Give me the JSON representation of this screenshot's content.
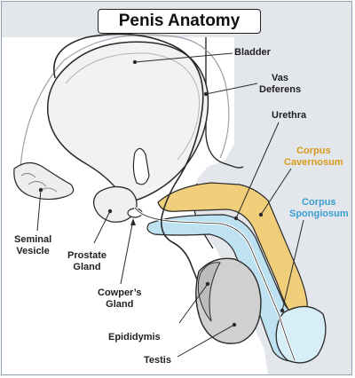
{
  "title": "Penis Anatomy",
  "labels": {
    "bladder": "Bladder",
    "vas_deferens_1": "Vas",
    "vas_deferens_2": "Deferens",
    "urethra": "Urethra",
    "corpus_cavernosum_1": "Corpus",
    "corpus_cavernosum_2": "Cavernosum",
    "corpus_spongiosum_1": "Corpus",
    "corpus_spongiosum_2": "Spongiosum",
    "seminal_vesicle_1": "Seminal",
    "seminal_vesicle_2": "Vesicle",
    "prostate_gland_1": "Prostate",
    "prostate_gland_2": "Gland",
    "cowpers_gland_1": "Cowper’s",
    "cowpers_gland_2": "Gland",
    "epididymis": "Epididymis",
    "testis": "Testis"
  },
  "colors": {
    "background": "#e3e6ea",
    "outline": "#2a2a2a",
    "corpus_cavernosum": "#f1cf7a",
    "corpus_spongiosum": "#bfe2f3",
    "cavernosum_label": "#d89a1c",
    "spongiosum_label": "#3a9fd0"
  }
}
